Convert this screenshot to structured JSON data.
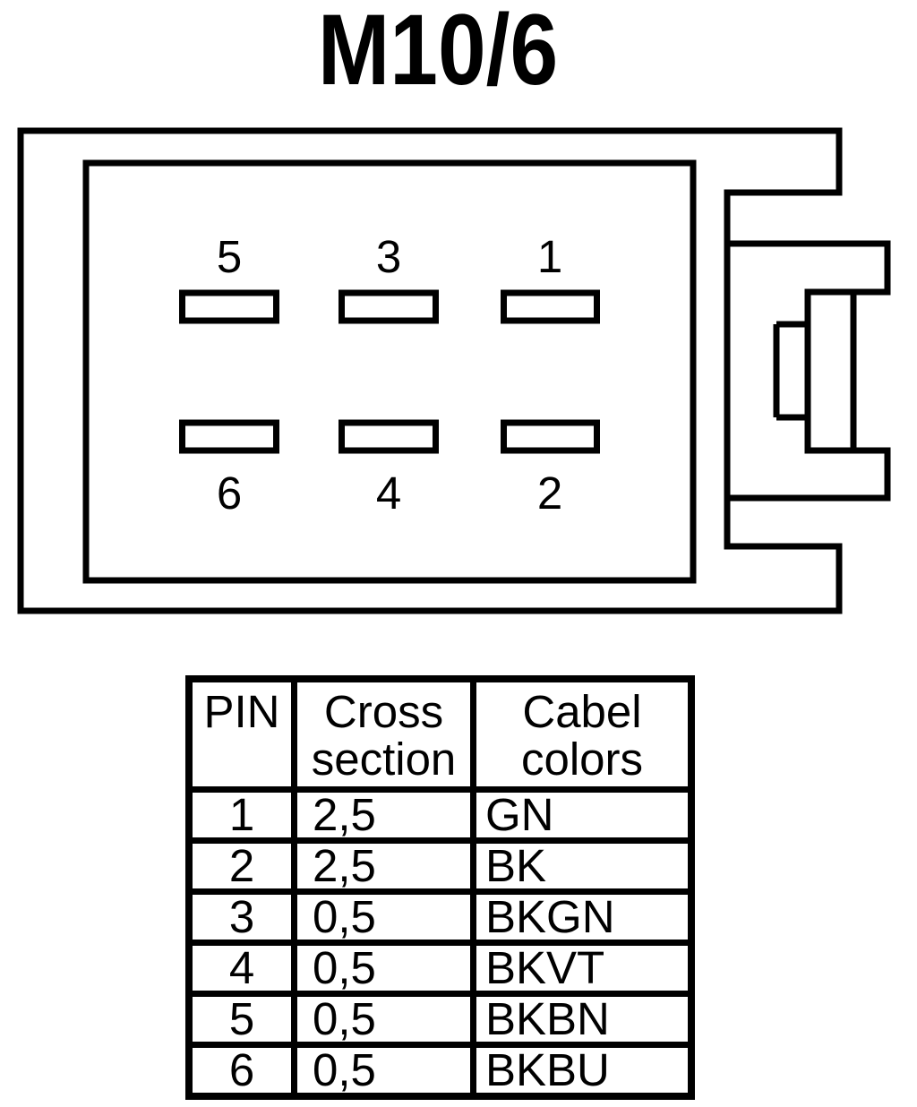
{
  "title": "M10/6",
  "connector": {
    "pin_labels_top": [
      "5",
      "3",
      "1"
    ],
    "pin_labels_bottom": [
      "6",
      "4",
      "2"
    ]
  },
  "table": {
    "headers": [
      "PIN",
      "Cross\nsection",
      "Cabel\ncolors"
    ],
    "rows": [
      {
        "pin": "1",
        "cross_section": "2,5",
        "cable_color": "GN"
      },
      {
        "pin": "2",
        "cross_section": "2,5",
        "cable_color": "BK"
      },
      {
        "pin": "3",
        "cross_section": "0,5",
        "cable_color": "BKGN"
      },
      {
        "pin": "4",
        "cross_section": "0,5",
        "cable_color": "BKVT"
      },
      {
        "pin": "5",
        "cross_section": "0,5",
        "cable_color": "BKBN"
      },
      {
        "pin": "6",
        "cross_section": "0,5",
        "cable_color": "BKBU"
      }
    ]
  },
  "colors": {
    "line": "#000000",
    "background": "#ffffff"
  }
}
